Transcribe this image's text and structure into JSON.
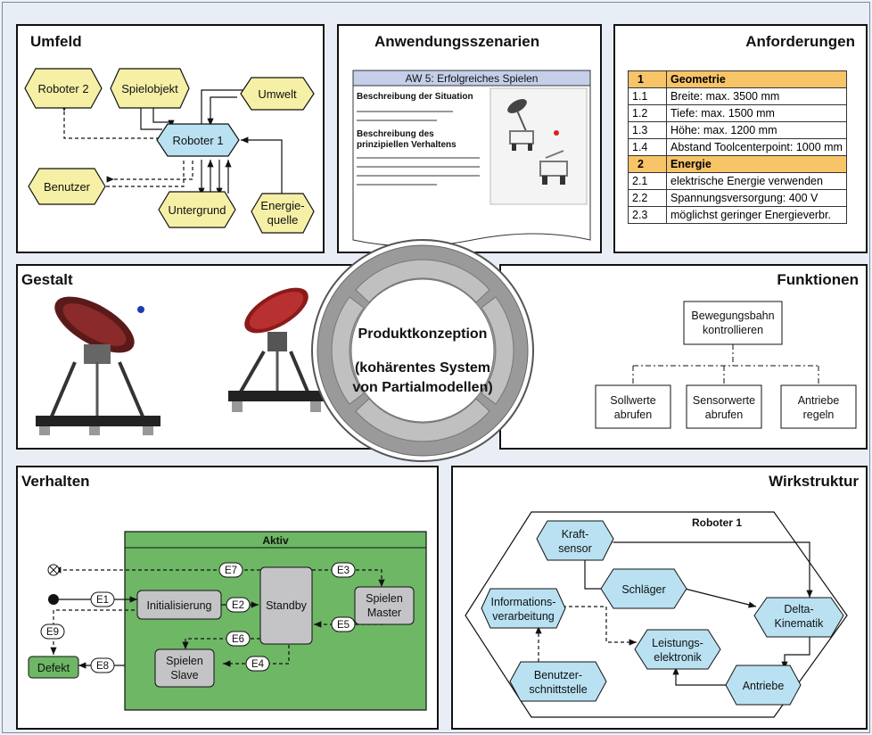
{
  "panels": {
    "umfeld": "Umfeld",
    "anwendung": "Anwendungsszenarien",
    "anforderungen": "Anforderungen",
    "gestalt": "Gestalt",
    "funktionen": "Funktionen",
    "verhalten": "Verhalten",
    "wirkstruktur": "Wirkstruktur"
  },
  "center": {
    "title": "Produktkonzeption",
    "sub1": "(kohärentes System",
    "sub2": "von Partialmodellen)"
  },
  "umfeld": {
    "roboter2": "Roboter 2",
    "spielobjekt": "Spielobjekt",
    "umwelt": "Umwelt",
    "roboter1": "Roboter 1",
    "benutzer": "Benutzer",
    "untergrund": "Untergrund",
    "energie1": "Energie-",
    "energie2": "quelle"
  },
  "scenario": {
    "header": "AW 5: Erfolgreiches Spielen",
    "sit": "Beschreibung der Situation",
    "beh1": "Beschreibung des",
    "beh2": "prinzipiellen Verhaltens"
  },
  "requirements": [
    {
      "n": "1",
      "t": "Geometrie",
      "header": true
    },
    {
      "n": "1.1",
      "t": "Breite: max. 3500 mm"
    },
    {
      "n": "1.2",
      "t": "Tiefe: max. 1500 mm"
    },
    {
      "n": "1.3",
      "t": "Höhe: max. 1200 mm"
    },
    {
      "n": "1.4",
      "t": "Abstand Toolcenterpoint: 1000 mm"
    },
    {
      "n": "2",
      "t": "Energie",
      "header": true
    },
    {
      "n": "2.1",
      "t": "elektrische Energie verwenden"
    },
    {
      "n": "2.2",
      "t": "Spannungsversorgung: 400 V"
    },
    {
      "n": "2.3",
      "t": "möglichst geringer Energieverbr."
    }
  ],
  "funktionen": {
    "root1": "Bewegungsbahn",
    "root2": "kontrollieren",
    "c1a": "Sollwerte",
    "c1b": "abrufen",
    "c2a": "Sensorwerte",
    "c2b": "abrufen",
    "c3a": "Antriebe",
    "c3b": "regeln"
  },
  "verhalten": {
    "aktiv": "Aktiv",
    "init": "Initialisierung",
    "standby": "Standby",
    "master1": "Spielen",
    "master2": "Master",
    "slave1": "Spielen",
    "slave2": "Slave",
    "defekt": "Defekt",
    "e1": "E1",
    "e2": "E2",
    "e3": "E3",
    "e4": "E4",
    "e5": "E5",
    "e6": "E6",
    "e7": "E7",
    "e8": "E8",
    "e9": "E9"
  },
  "wirk": {
    "title": "Roboter 1",
    "kraft1": "Kraft-",
    "kraft2": "sensor",
    "schlaeger": "Schläger",
    "info1": "Informations-",
    "info2": "verarbeitung",
    "delta1": "Delta-",
    "delta2": "Kinematik",
    "leist1": "Leistungs-",
    "leist2": "elektronik",
    "benutzer1": "Benutzer-",
    "benutzer2": "schnittstelle",
    "antriebe": "Antriebe"
  },
  "colors": {
    "hex_yellow": "#f6f0a6",
    "hex_blue": "#b9e1f2",
    "req_header": "#f7c468",
    "state_green": "#6db765",
    "state_grey": "#c4c4c6",
    "ring": "#999999"
  }
}
